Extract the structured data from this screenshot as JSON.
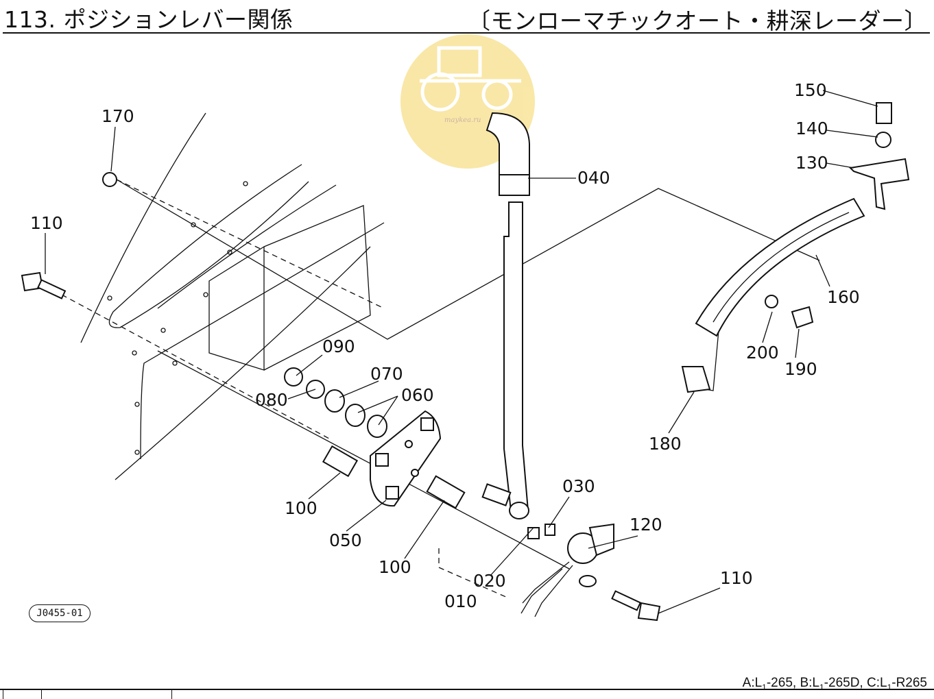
{
  "header": {
    "title": "113. ポジションレバー関係",
    "subtitle": "〔モンローマチックオート・耕深レーダー〕"
  },
  "watermark": {
    "text": "maykea.ru"
  },
  "figure_id": "J0455-01",
  "footer": {
    "models_parts": [
      {
        "pre": "A:L",
        "sub": "1",
        "post": "-265,"
      },
      {
        "pre": "B:L",
        "sub": "1",
        "post": "-265D,"
      },
      {
        "pre": "C:L",
        "sub": "1",
        "post": "-R265"
      }
    ]
  },
  "callouts": {
    "p170": "170",
    "p110a": "110",
    "p090": "090",
    "p070": "070",
    "p080": "080",
    "p060": "060",
    "p100a": "100",
    "p050": "050",
    "p100b": "100",
    "p040": "040",
    "p030": "030",
    "p120": "120",
    "p020": "020",
    "p010": "010",
    "p110b": "110",
    "p150": "150",
    "p140": "140",
    "p130": "130",
    "p160": "160",
    "p200": "200",
    "p190": "190",
    "p180": "180"
  }
}
